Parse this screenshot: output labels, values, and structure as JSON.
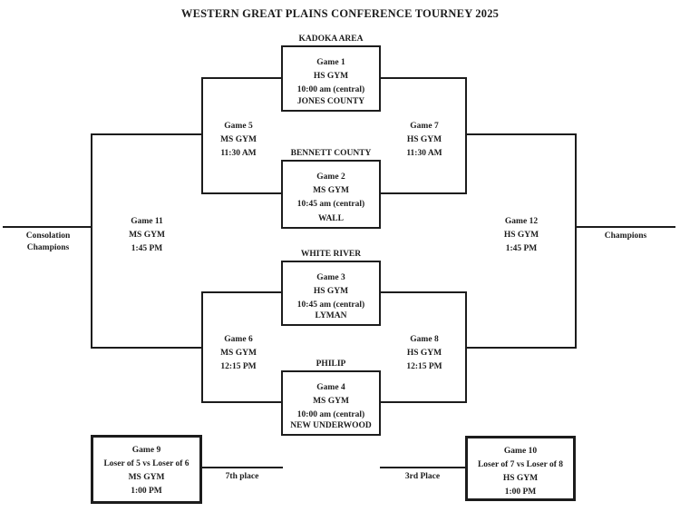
{
  "title": "WESTERN GREAT PLAINS CONFERENCE TOURNEY 2025",
  "colors": {
    "line": "#1c1c1c",
    "text": "#1c1c1c",
    "background": "#ffffff"
  },
  "first_round_games": [
    {
      "label": "Game 1",
      "venue": "HS GYM",
      "time": "10:00 am (central)",
      "top_team": "KADOKA AREA",
      "bottom_team": "JONES COUNTY"
    },
    {
      "label": "Game 2",
      "venue": "MS GYM",
      "time": "10:45 am (central)",
      "top_team": "BENNETT COUNTY",
      "bottom_team": "WALL"
    },
    {
      "label": "Game 3",
      "venue": "HS GYM",
      "time": "10:45 am (central)",
      "top_team": "WHITE RIVER",
      "bottom_team": "LYMAN"
    },
    {
      "label": "Game 4",
      "venue": "MS GYM",
      "time": "10:00 am (central)",
      "top_team": "PHILIP",
      "bottom_team": "NEW UNDERWOOD"
    }
  ],
  "semifinal_games": [
    {
      "label": "Game 5",
      "venue": "MS GYM",
      "time": "11:30 AM"
    },
    {
      "label": "Game 6",
      "venue": "MS GYM",
      "time": "12:15 PM"
    },
    {
      "label": "Game 7",
      "venue": "HS GYM",
      "time": "11:30 AM"
    },
    {
      "label": "Game 8",
      "venue": "HS GYM",
      "time": "12:15 PM"
    }
  ],
  "final_games": [
    {
      "label": "Game 11",
      "venue": "MS GYM",
      "time": "1:45 PM",
      "result": [
        "Consolation",
        "Champions"
      ]
    },
    {
      "label": "Game 12",
      "venue": "HS GYM",
      "time": "1:45 PM",
      "result": [
        "Champions"
      ]
    }
  ],
  "placement_games": [
    {
      "label": "Game 9",
      "matchup": "Loser of 5 vs Loser of 6",
      "venue": "MS GYM",
      "time": "1:00 PM",
      "place": "7th place"
    },
    {
      "label": "Game 10",
      "matchup": "Loser of 7 vs Loser of 8",
      "venue": "HS GYM",
      "time": "1:00 PM",
      "place": "3rd Place"
    }
  ]
}
